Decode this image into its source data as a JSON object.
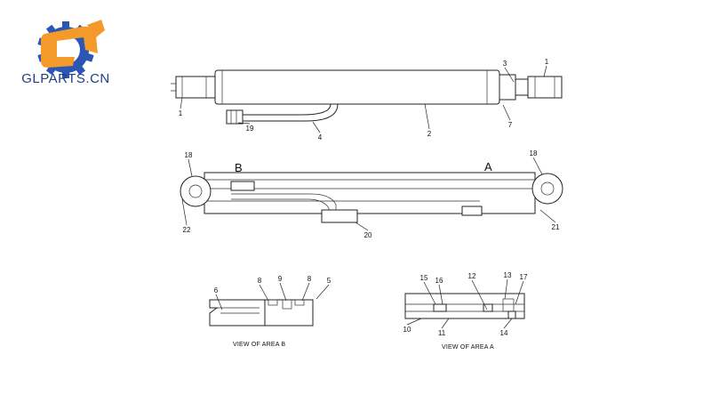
{
  "brand": {
    "name": "GLPARTS.CN",
    "logo_color": "#f39a2b",
    "gear_color": "#2a56b4",
    "text_color": "#1f3f86"
  },
  "letters": {
    "a": "A",
    "b": "B"
  },
  "captions": {
    "area_b": "VIEW OF AREA  B",
    "area_a": "VIEW OF AREA  A"
  },
  "callouts": {
    "top": [
      "1",
      "3",
      "1",
      "19",
      "4",
      "2",
      "7"
    ],
    "mid": [
      "18",
      "18",
      "22",
      "20",
      "21"
    ],
    "area_b": [
      "6",
      "8",
      "9",
      "8",
      "5"
    ],
    "area_a": [
      "15",
      "16",
      "12",
      "13",
      "17",
      "10",
      "11",
      "14"
    ]
  }
}
